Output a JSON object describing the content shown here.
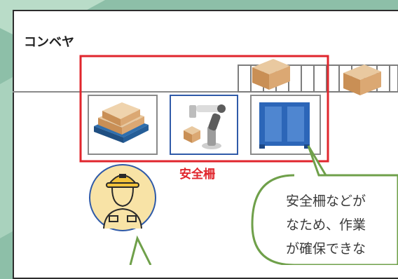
{
  "diagram": {
    "conveyor_label": "コンベヤ",
    "fence_label": "安全柵",
    "speech_lines": [
      "安全柵などが",
      "なため、作業",
      "が確保できな"
    ]
  },
  "colors": {
    "background": "#8dbfa8",
    "fence": "#e0262d",
    "robot_cell_border": "#2f5aa8",
    "bubble_border": "#6fa04a",
    "worker_circle": "#f8e3a6",
    "worker_outline": "#2f5aa8"
  },
  "icons": [
    "hexagon-background",
    "cardboard-box-icon",
    "pallet-of-boxes-icon",
    "robot-arm-icon",
    "blue-mesh-panel-icon",
    "worker-with-helmet-icon",
    "speech-bubble"
  ]
}
